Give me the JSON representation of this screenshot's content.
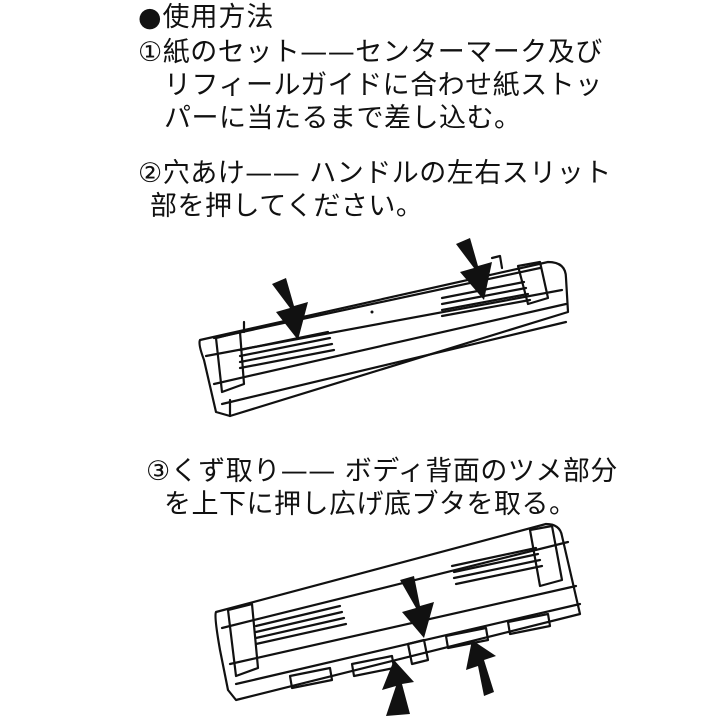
{
  "heading": "●使用方法",
  "steps": [
    {
      "number": "①",
      "lines": [
        "紙のセット——センターマーク及び",
        "リフィールガイドに合わせ紙ストッ",
        "パーに当たるまで差し込む。"
      ]
    },
    {
      "number": "②",
      "lines": [
        "穴あけ—— ハンドルの左右スリット",
        "部を押してください。"
      ]
    },
    {
      "number": "③",
      "lines": [
        "くず取り—— ボディ背面のツメ部分",
        "を上下に押し広げ底ブタを取る。"
      ]
    }
  ],
  "illustrations": {
    "punch_top": {
      "icon": "hole-punch-top-view",
      "arrows": "down-arrows-on-slits"
    },
    "punch_bottom": {
      "icon": "hole-punch-bottom-view",
      "arrows": "push-arrows-on-tabs"
    }
  }
}
